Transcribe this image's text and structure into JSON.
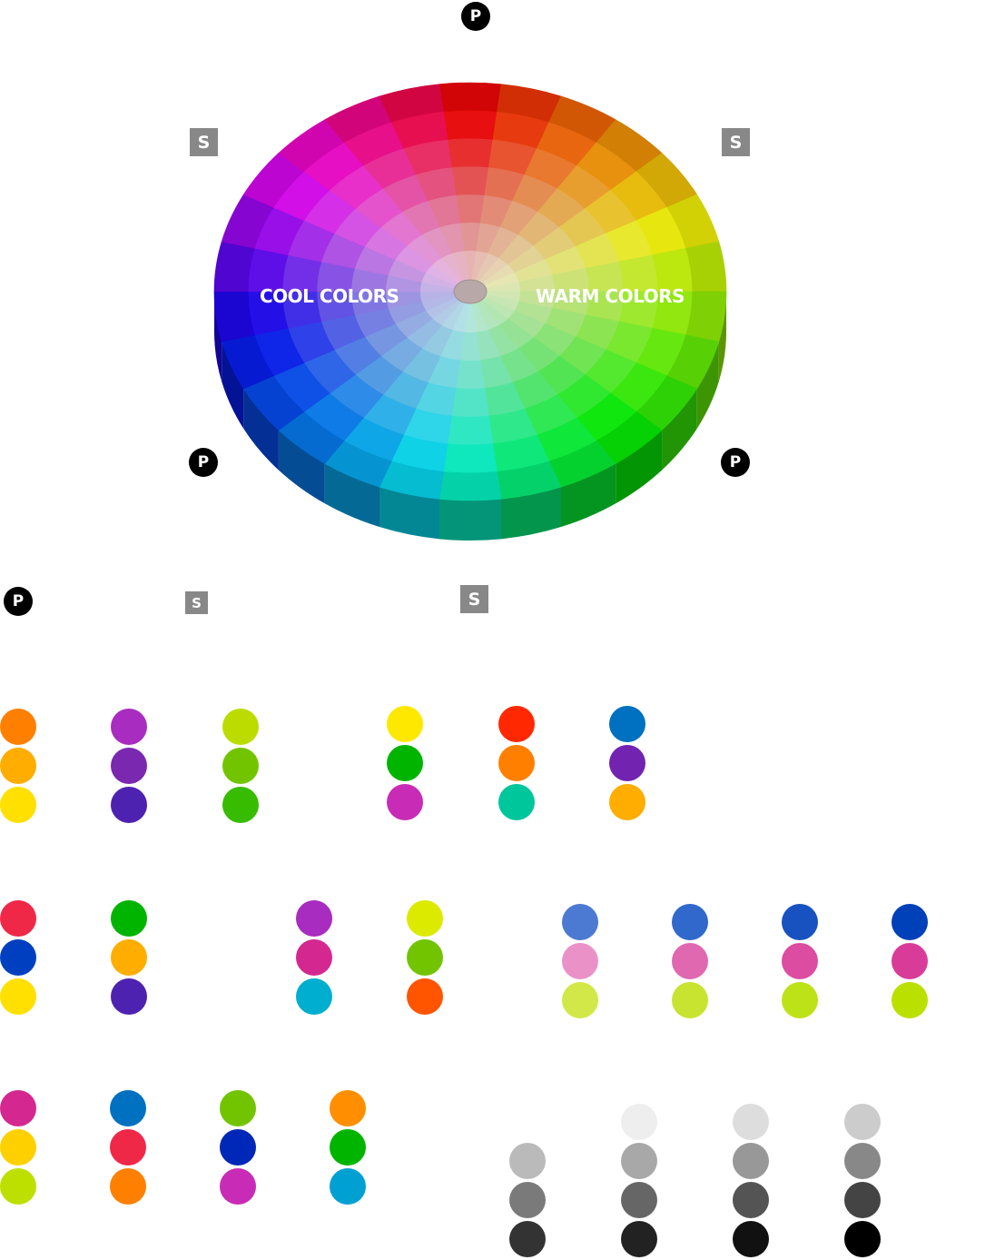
{
  "wheel": {
    "cool_label": "COOL COLORS",
    "warm_label": "WARM COLORS",
    "primary_badge": "P",
    "secondary_badge": "S",
    "segment_hues": [
      0,
      12,
      24,
      36,
      48,
      60,
      72,
      84,
      96,
      108,
      120,
      132,
      150,
      168,
      186,
      198,
      210,
      222,
      234,
      246,
      262,
      278,
      294,
      310,
      326,
      342
    ]
  },
  "legend": {
    "primary_badge": "P",
    "secondary_badge": "S",
    "tertiary_badge": "S"
  },
  "swatch_groups": [
    {
      "colors": [
        "#ff7f00",
        "#ffad00",
        "#ffe000"
      ]
    },
    {
      "colors": [
        "#a82cc0",
        "#7a28b0",
        "#4e22b0"
      ]
    },
    {
      "colors": [
        "#bcdc00",
        "#72c400",
        "#38bc00"
      ]
    },
    {
      "colors": [
        "#ffe800",
        "#00b400",
        "#c82cb6"
      ]
    },
    {
      "colors": [
        "#ff2800",
        "#ff7f00",
        "#00c69c"
      ]
    },
    {
      "colors": [
        "#0070c0",
        "#7224b0",
        "#ffad00"
      ]
    },
    {
      "colors": [
        "#f02848",
        "#0040c0",
        "#ffe000"
      ]
    },
    {
      "colors": [
        "#00b400",
        "#ffad00",
        "#4e22b0"
      ]
    },
    {
      "colors": [
        "#a82cc0",
        "#d42890",
        "#00aed0"
      ]
    },
    {
      "colors": [
        "#dcea00",
        "#72c400",
        "#ff5400"
      ]
    },
    {
      "colors": [
        "#4c7ad2",
        "#ea92c8",
        "#d2e848"
      ]
    },
    {
      "colors": [
        "#3068cc",
        "#e068b0",
        "#c8e430"
      ]
    },
    {
      "colors": [
        "#1852c0",
        "#dc4ca0",
        "#bee218"
      ]
    },
    {
      "colors": [
        "#0040b8",
        "#d83c98",
        "#bae000"
      ]
    },
    {
      "colors": [
        "#d42890",
        "#ffd000",
        "#bee000"
      ]
    },
    {
      "colors": [
        "#0070c0",
        "#f02848",
        "#ff7f00"
      ]
    },
    {
      "colors": [
        "#72c400",
        "#0028b8",
        "#c82cb6"
      ]
    },
    {
      "colors": [
        "#ff8f00",
        "#00b400",
        "#00a0d2"
      ]
    },
    {
      "colors": [
        "#bababa",
        "#7a7a7a",
        "#333333"
      ]
    },
    {
      "colors": [
        "#eeeeee",
        "#a8a8a8",
        "#666666",
        "#222222"
      ]
    },
    {
      "colors": [
        "#dddddd",
        "#989898",
        "#545454",
        "#111111"
      ]
    },
    {
      "colors": [
        "#cccccc",
        "#888888",
        "#444444",
        "#000000"
      ]
    }
  ]
}
